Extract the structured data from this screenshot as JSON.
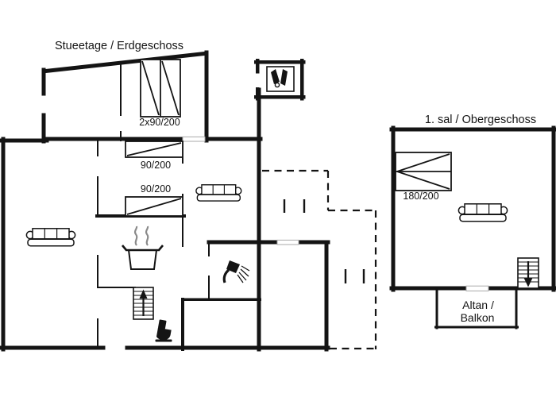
{
  "ground_floor": {
    "title": "Stueetage / Erdgeschoss",
    "beds": [
      {
        "label": "2x90/200"
      },
      {
        "label": "90/200"
      },
      {
        "label": "90/200"
      }
    ]
  },
  "upper_floor": {
    "title": "1. sal / Obergeschoss",
    "beds": [
      {
        "label": "180/200"
      }
    ],
    "balcony": {
      "line1": "Altan /",
      "line2": "Balkon"
    }
  },
  "icons": {
    "sofa-icon": "3-seat sofa symbol",
    "pot-steam-icon": "cooking pot with steam (kitchen)",
    "stairs-up-icon": "staircase with up arrow",
    "stairs-down-icon": "staircase with down arrow",
    "toilet-icon": "WC toilet silhouette",
    "shower-icon": "shower head with spray",
    "sauna-icon": "sauna annex symbol"
  },
  "colors": {
    "wall": "#141414",
    "background": "#ffffff",
    "steam": "#8a8a8a"
  }
}
